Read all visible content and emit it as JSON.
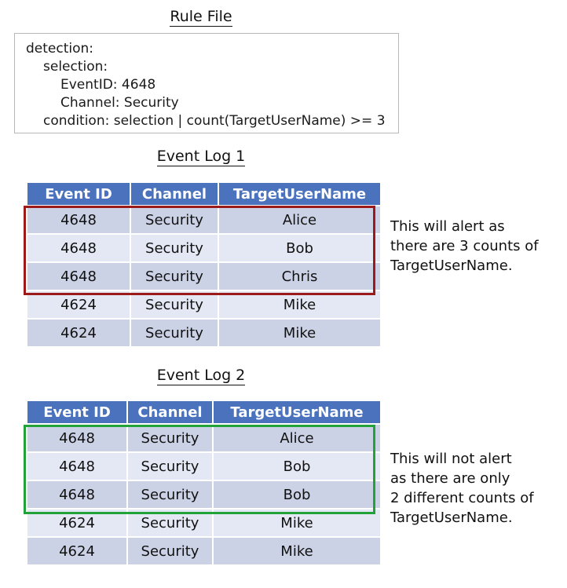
{
  "titles": {
    "rule_file": "Rule File",
    "event_log_1": "Event Log 1",
    "event_log_2": "Event Log 2"
  },
  "rule_file": {
    "lines": [
      "detection:",
      "selection:",
      "EventID: 4648",
      "Channel: Security",
      "condition: selection | count(TargetUserName) >= 3"
    ]
  },
  "event_log_1": {
    "columns": [
      "Event ID",
      "Channel",
      "TargetUserName"
    ],
    "rows": [
      [
        "4648",
        "Security",
        "Alice"
      ],
      [
        "4648",
        "Security",
        "Bob"
      ],
      [
        "4648",
        "Security",
        "Chris"
      ],
      [
        "4624",
        "Security",
        "Mike"
      ],
      [
        "4624",
        "Security",
        "Mike"
      ]
    ],
    "highlight": {
      "color": "#9c1a1a",
      "rows": [
        0,
        1,
        2
      ]
    },
    "annotation": "This will alert as\nthere are 3 counts of\nTargetUserName."
  },
  "event_log_2": {
    "columns": [
      "Event ID",
      "Channel",
      "TargetUserName"
    ],
    "rows": [
      [
        "4648",
        "Security",
        "Alice"
      ],
      [
        "4648",
        "Security",
        "Bob"
      ],
      [
        "4648",
        "Security",
        "Bob"
      ],
      [
        "4624",
        "Security",
        "Mike"
      ],
      [
        "4624",
        "Security",
        "Mike"
      ]
    ],
    "highlight": {
      "color": "#22a33a",
      "rows": [
        0,
        1,
        2
      ]
    },
    "annotation": "This will not alert\nas there are only\n2 different counts of\nTargetUserName."
  },
  "colors": {
    "header_blue": "#4a72bd",
    "row_dark": "#ccd2e6",
    "row_light": "#e4e8f4",
    "alert_border": "#9c1a1a",
    "no_alert_border": "#22a33a",
    "box_border": "#b8b8b8"
  }
}
